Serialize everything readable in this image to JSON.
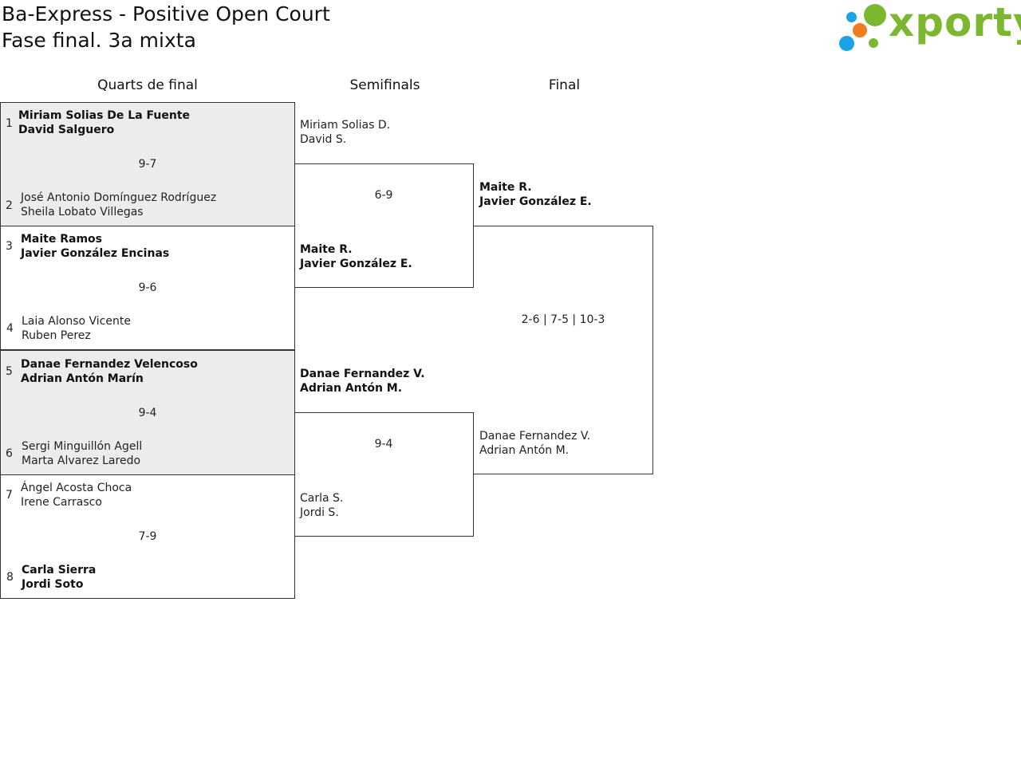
{
  "header": {
    "title_line1": "Ba-Express - Positive Open Court",
    "title_line2": "Fase final. 3a mixta"
  },
  "logo": {
    "text": "xporty",
    "green": "#7cb82f",
    "orange": "#f07c1e",
    "blue": "#1aa3e8"
  },
  "rounds": {
    "quarters": "Quarts de final",
    "semis": "Semifinals",
    "final": "Final"
  },
  "quarterfinals": [
    {
      "seed_a": "1",
      "a1": "Miriam Solias De La Fuente",
      "a2": "David Salguero",
      "score": "9-7",
      "seed_b": "2",
      "b1": "José Antonio Domínguez Rodríguez",
      "b2": "Sheila Lobato Villegas"
    },
    {
      "seed_a": "3",
      "a1": "Maite Ramos",
      "a2": "Javier González Encinas",
      "score": "9-6",
      "seed_b": "4",
      "b1": "Laia Alonso Vicente",
      "b2": "Ruben Perez"
    },
    {
      "seed_a": "5",
      "a1": "Danae Fernandez Velencoso",
      "a2": "Adrian Antón Marín",
      "score": "9-4",
      "seed_b": "6",
      "b1": "Sergi Minguillón Agell",
      "b2": "Marta Alvarez Laredo"
    },
    {
      "seed_a": "7",
      "a1": "Ángel Acosta Choca",
      "a2": "Irene Carrasco",
      "score": "7-9",
      "seed_b": "8",
      "b1": "Carla Sierra",
      "b2": "Jordi Soto"
    }
  ],
  "semifinals": [
    {
      "a1": "Miriam Solias D.",
      "a2": "David S.",
      "score": "6-9",
      "b1": "Maite R.",
      "b2": "Javier González E."
    },
    {
      "a1": "Danae Fernandez V.",
      "a2": "Adrian Antón M.",
      "score": "9-4",
      "b1": "Carla S.",
      "b2": "Jordi S."
    }
  ],
  "final": {
    "a1": "Maite R.",
    "a2": "Javier González E.",
    "score": "2-6 | 7-5 | 10-3",
    "b1": "Danae Fernandez V.",
    "b2": "Adrian Antón M."
  }
}
